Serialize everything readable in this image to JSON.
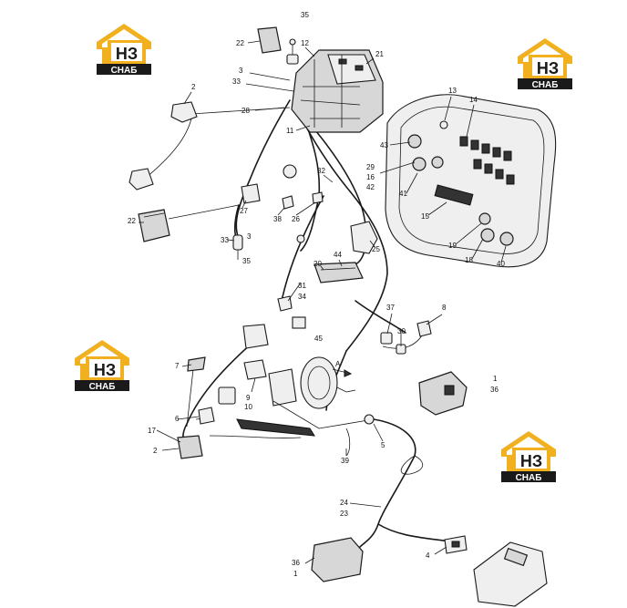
{
  "logo": {
    "main": "НЗ",
    "sub": "СНАБ",
    "gold": "#f0b020",
    "black": "#1a1a1a"
  },
  "logos": [
    {
      "id": "top-left"
    },
    {
      "id": "top-right"
    },
    {
      "id": "mid-left"
    },
    {
      "id": "bottom-right"
    }
  ],
  "callouts": [
    "35",
    "22",
    "12",
    "3",
    "33",
    "21",
    "2",
    "28",
    "11",
    "13",
    "14",
    "43",
    "29",
    "16",
    "42",
    "41",
    "32",
    "27",
    "38",
    "26",
    "22",
    "15",
    "33",
    "3",
    "35",
    "19",
    "18",
    "40",
    "25",
    "44",
    "20",
    "31",
    "34",
    "37",
    "30",
    "8",
    "45",
    "7",
    "9",
    "10",
    "1",
    "36",
    "6",
    "17",
    "2",
    "5",
    "39",
    "24",
    "23",
    "4",
    "36",
    "1"
  ]
}
